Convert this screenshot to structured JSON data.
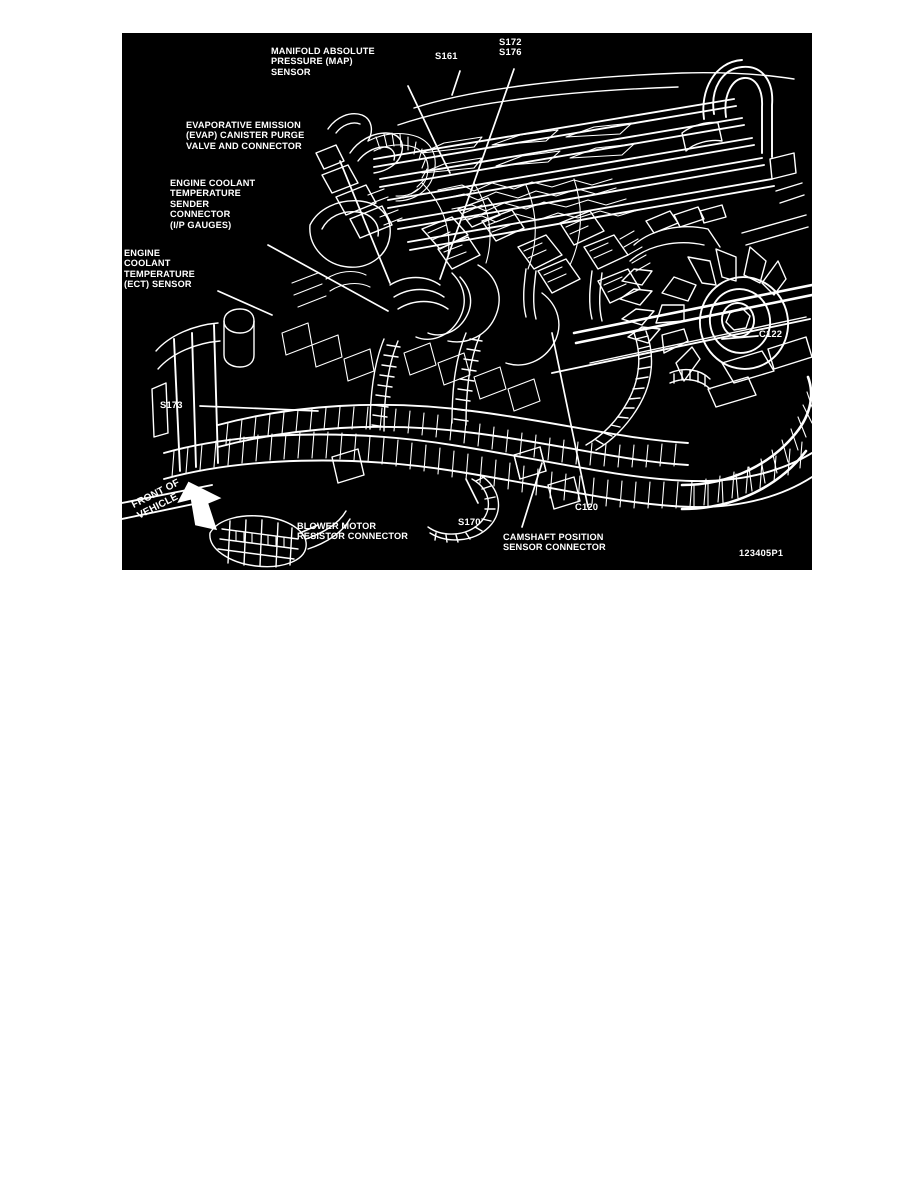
{
  "document": {
    "figure_id": "123405P1",
    "background_color": "#ffffff",
    "panel_color": "#000000",
    "line_color": "#ffffff"
  },
  "figure": {
    "title_absent": true,
    "callouts": [
      {
        "id": "map-sensor",
        "text": "MANIFOLD ABSOLUTE\nPRESSURE (MAP)\nSENSOR",
        "kind": "component"
      },
      {
        "id": "s161",
        "text": "S161",
        "kind": "splice"
      },
      {
        "id": "s172-s176",
        "text": "S172\nS176",
        "kind": "splice"
      },
      {
        "id": "evap-purge-valve",
        "text": "EVAPORATIVE EMISSION\n(EVAP) CANISTER PURGE\nVALVE AND CONNECTOR",
        "kind": "component"
      },
      {
        "id": "ect-sender-connector",
        "text": "ENGINE COOLANT\nTEMPERATURE\nSENDER\nCONNECTOR\n(I/P GAUGES)",
        "kind": "component"
      },
      {
        "id": "ect-sensor",
        "text": "ENGINE\nCOOLANT\nTEMPERATURE\n(ECT) SENSOR",
        "kind": "component"
      },
      {
        "id": "c122",
        "text": "C122",
        "kind": "connector"
      },
      {
        "id": "s173",
        "text": "S173",
        "kind": "splice"
      },
      {
        "id": "s170",
        "text": "S170",
        "kind": "splice"
      },
      {
        "id": "c120",
        "text": "C120",
        "kind": "connector"
      },
      {
        "id": "blower-motor-resistor",
        "text": "BLOWER MOTOR\nRESISTOR CONNECTOR",
        "kind": "component"
      },
      {
        "id": "camshaft-position-sensor",
        "text": "CAMSHAFT POSITION\nSENSOR CONNECTOR",
        "kind": "component"
      },
      {
        "id": "front-of-vehicle",
        "text": "FRONT OF\nVEHICLE",
        "kind": "orientation"
      }
    ],
    "part_number": "123405P1"
  }
}
